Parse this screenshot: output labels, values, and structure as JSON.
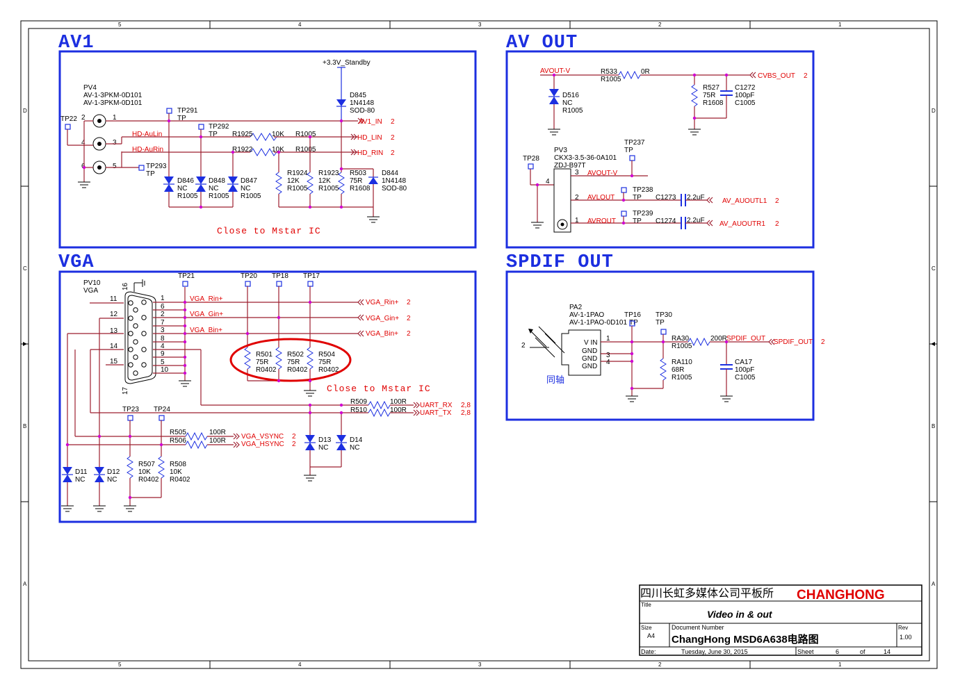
{
  "border": {
    "cols": [
      "5",
      "4",
      "3",
      "2",
      "1"
    ],
    "rows": [
      "D",
      "C",
      "B",
      "A"
    ]
  },
  "av1": {
    "title": "AV1",
    "supply": "+3.3V_Standby",
    "pv4": [
      "PV4",
      "AV-1-3PKM-0D101",
      "AV-1-3PKM-0D101"
    ],
    "tp22": "TP22",
    "tp291": [
      "TP291",
      "TP"
    ],
    "tp292": [
      "TP292",
      "TP"
    ],
    "tp293": [
      "TP293",
      "TP"
    ],
    "pins": [
      "2",
      "1",
      "4",
      "3",
      "6",
      "5"
    ],
    "d845": [
      "D845",
      "1N4148",
      "SOD-80"
    ],
    "nets": [
      "AV1_IN",
      "HD_LIN",
      "HD_RIN",
      "HD-AuLin",
      "HD-AuRin"
    ],
    "sheet2": "2",
    "r1925": [
      "R1925",
      "10K",
      "R1005"
    ],
    "r1922": [
      "R1922",
      "10K",
      "R1005"
    ],
    "d846": [
      "D846",
      "NC",
      "R1005"
    ],
    "d848": [
      "D848",
      "NC",
      "R1005"
    ],
    "d847": [
      "D847",
      "NC",
      "R1005"
    ],
    "r1924": [
      "R1924",
      "12K",
      "R1005"
    ],
    "r1923": [
      "R1923",
      "12K",
      "R1005"
    ],
    "r503": [
      "R503",
      "75R",
      "R1608"
    ],
    "d844": [
      "D844",
      "1N4148",
      "SOD-80"
    ],
    "note": "Close to Mstar IC"
  },
  "avout": {
    "title": "AV  OUT",
    "net_avout": "AVOUT-V",
    "r533": [
      "R533",
      "0R",
      "R1005"
    ],
    "cvbs": "CVBS_OUT",
    "d516": [
      "D516",
      "NC",
      "R1005"
    ],
    "r527": [
      "R527",
      "75R",
      "R1608"
    ],
    "c1272": [
      "C1272",
      "100pF",
      "C1005"
    ],
    "tp237": [
      "TP237",
      "TP"
    ],
    "tp28": "TP28",
    "pv3": [
      "PV3",
      "CKX3-3.5-36-0A101",
      "ZDJ-B97T"
    ],
    "pins": [
      "3",
      "4",
      "2",
      "1"
    ],
    "avlout": "AVLOUT",
    "avrout": "AVROUT",
    "tp238": [
      "TP238",
      "TP"
    ],
    "tp239": [
      "TP239",
      "TP"
    ],
    "c1273": [
      "C1273",
      "2.2uF"
    ],
    "c1274": [
      "C1274",
      "2.2uF"
    ],
    "outl": "AV_AUOUTL1",
    "outr": "AV_AUOUTR1",
    "sheet2": "2"
  },
  "vga": {
    "title": "VGA",
    "pv10": [
      "PV10",
      "VGA"
    ],
    "tps": [
      "TP21",
      "TP20",
      "TP18",
      "TP17",
      "TP23",
      "TP24"
    ],
    "pins_left": [
      "11",
      "12",
      "13",
      "14",
      "15"
    ],
    "pins_right": [
      "1",
      "6",
      "2",
      "7",
      "3",
      "8",
      "4",
      "9",
      "5",
      "10"
    ],
    "pin16": "16",
    "pin17": "17",
    "rin": "VGA_Rin+",
    "gin": "VGA_Gin+",
    "bin": "VGA_Bin+",
    "sheet2": "2",
    "r501": [
      "R501",
      "75R",
      "R0402"
    ],
    "r502": [
      "R502",
      "75R",
      "R0402"
    ],
    "r504": [
      "R504",
      "75R",
      "R0402"
    ],
    "note": "Close to Mstar IC",
    "r509": [
      "R509",
      "100R"
    ],
    "r510": [
      "R510",
      "100R"
    ],
    "uart_rx": "UART_RX",
    "uart_tx": "UART_TX",
    "sheet28": "2,8",
    "r505": [
      "R505",
      "100R"
    ],
    "r506": [
      "R506",
      "100R"
    ],
    "vsync": "VGA_VSYNC",
    "hsync": "VGA_HSYNC",
    "d13": [
      "D13",
      "NC"
    ],
    "d14": [
      "D14",
      "NC"
    ],
    "d11": [
      "D11",
      "NC"
    ],
    "d12": [
      "D12",
      "NC"
    ],
    "r507": [
      "R507",
      "10K",
      "R0402"
    ],
    "r508": [
      "R508",
      "10K",
      "R0402"
    ]
  },
  "spdif": {
    "title": "SPDIF  OUT",
    "pa2": [
      "PA2",
      "AV-1-1PAO",
      "AV-1-1PAO-0D101"
    ],
    "pin2": "2",
    "coax": "同轴",
    "pins": [
      "V IN",
      "GND",
      "GND",
      "GND"
    ],
    "pinnums": [
      "1",
      "3",
      "4"
    ],
    "tp16": [
      "TP16",
      "TP"
    ],
    "tp30": [
      "TP30",
      "TP"
    ],
    "ra30": [
      "RA30",
      "200R",
      "R1005"
    ],
    "ra110": [
      "RA110",
      "68R",
      "R1005"
    ],
    "ca17": [
      "CA17",
      "100pF",
      "C1005"
    ],
    "net": "SPDIF_OUT",
    "sheet2": "2"
  },
  "titleblock": {
    "company": "四川长虹多媒体公司平板所",
    "brand": "CHANGHONG",
    "title_label": "Title",
    "title": "Video in & out",
    "size_label": "Size",
    "size": "A4",
    "docnum_label": "Document Number",
    "docnum": "ChangHong MSD6A638电路图",
    "rev_label": "Rev",
    "rev": "1.00",
    "date_label": "Date:",
    "date": "Tuesday, June 30, 2015",
    "sheet_label": "Sheet",
    "sheet": "6",
    "of_label": "of",
    "total": "14"
  },
  "colors": {
    "box": "#1c2fe0",
    "wire": "#9c1e2e",
    "net": "#e00000",
    "junction": "#d000d0",
    "brand": "#e00000"
  }
}
